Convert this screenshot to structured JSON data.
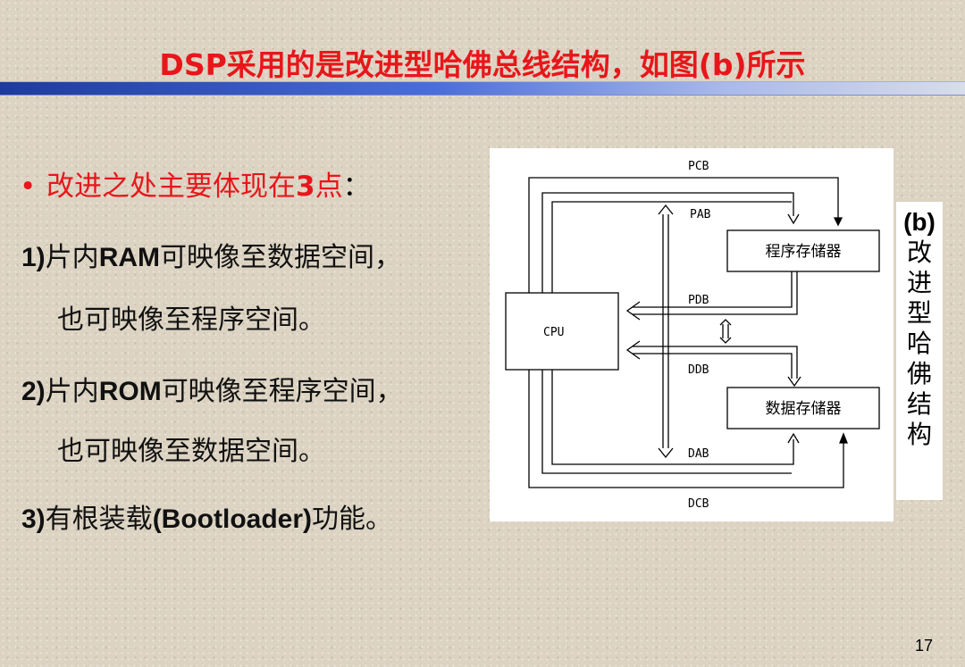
{
  "title": "DSP采用的是改进型哈佛总线结构，如图(b)所示",
  "bullet": {
    "text": "改进之处主要体现在",
    "bold": "3",
    "tail": "点",
    "colon": "："
  },
  "items": [
    {
      "num": "1)",
      "pre": "片内",
      "key": "RAM",
      "post": "可映像至数据空间，"
    },
    {
      "text": "也可映像至程序空间。"
    },
    {
      "num": "2)",
      "pre": "片内",
      "key": "ROM",
      "post": "可映像至程序空间，"
    },
    {
      "text": "也可映像至数据空间。"
    },
    {
      "num": "3)",
      "pre": "有根装载",
      "key": "(Bootloader)",
      "post": "功能。"
    }
  ],
  "diagram": {
    "cpu": "CPU",
    "program_memory": "程序存储器",
    "data_memory": "数据存储器",
    "buses": {
      "pcb": "PCB",
      "pab": "PAB",
      "pdb": "PDB",
      "ddb": "DDB",
      "dab": "DAB",
      "dcb": "DCB"
    }
  },
  "caption": {
    "label": "(b)",
    "text": "改进型哈佛结构"
  },
  "page_number": "17"
}
